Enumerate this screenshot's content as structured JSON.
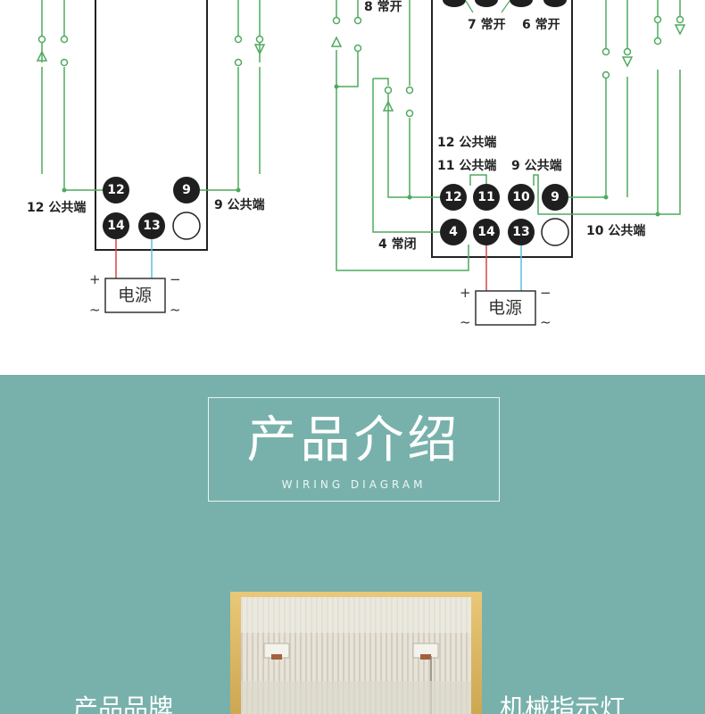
{
  "colors": {
    "wire_green": "#4faa5f",
    "wire_red": "#d6474b",
    "wire_blue": "#5cc0dd",
    "pin_fill": "#1f1f1f",
    "teal_bg": "#78b1ab"
  },
  "left_diagram": {
    "pins": [
      "12",
      "9",
      "14",
      "13"
    ],
    "label_common_12": "12 公共端",
    "label_common_9": "9 公共端",
    "power_label": "电源",
    "plus": "+",
    "minus": "−",
    "ac_left": "~",
    "ac_right": "~"
  },
  "right_diagram": {
    "top_labels": {
      "nc8": "8 常开",
      "no7": "7 常开",
      "no6": "6 常开"
    },
    "label_common_12": "12 公共端",
    "label_common_11": "11 公共端",
    "label_common_9": "9 公共端",
    "label_common_10": "10 公共端",
    "label_nc4": "4 常闭",
    "pins_row1": [
      "12",
      "11",
      "10",
      "9"
    ],
    "pins_row2": [
      "4",
      "14",
      "13"
    ],
    "power_label": "电源",
    "plus": "+",
    "minus": "−",
    "ac_left": "~",
    "ac_right": "~"
  },
  "intro": {
    "title": "产品介绍",
    "subtitle": "WIRING DIAGRAM",
    "left_callout": "产品品牌",
    "right_callout": "机械指示灯"
  }
}
